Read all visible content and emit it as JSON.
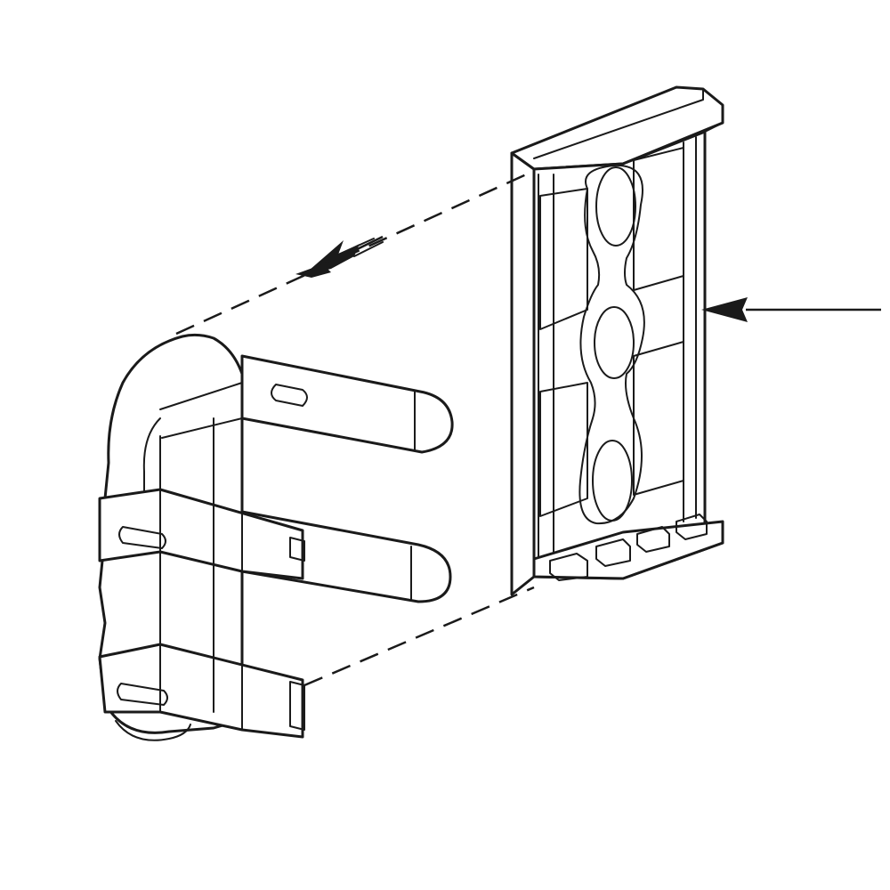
{
  "figure": {
    "kind": "exploded assembly line drawing",
    "parts": [
      {
        "name": "clip",
        "icon": "three-prong-clip"
      },
      {
        "name": "mounting-plate",
        "icon": "slotted-frame-plate"
      }
    ],
    "arrows": [
      {
        "name": "assembly-direction-arrow",
        "style": "double-chevron dashed"
      },
      {
        "name": "callout-arrow",
        "style": "solid leader"
      }
    ],
    "line_color": "#1a1a1a",
    "background_color": "#ffffff"
  }
}
